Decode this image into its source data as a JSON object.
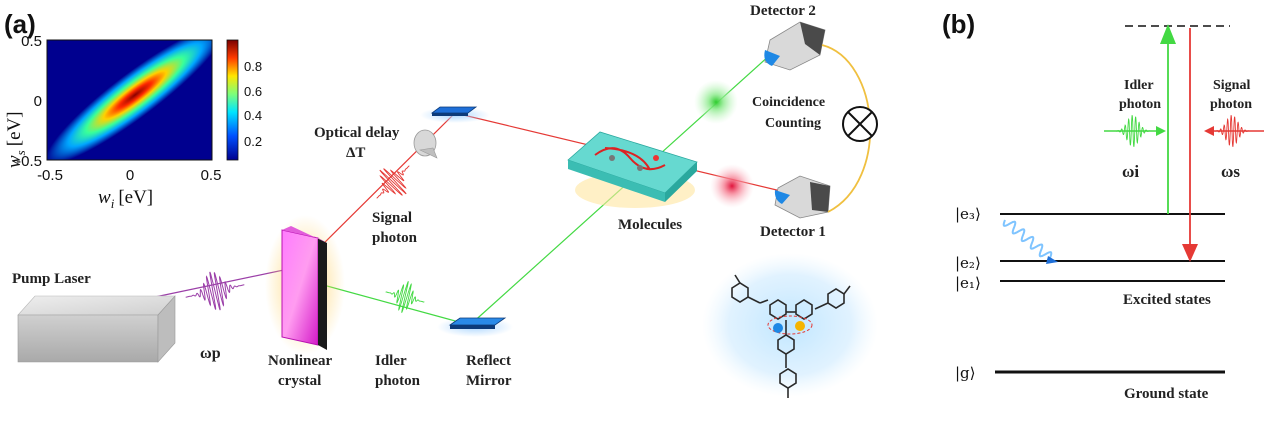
{
  "panels": {
    "a": "(a)",
    "b": "(b)"
  },
  "inset": {
    "ylabel_var": "w",
    "ylabel_sub": "s",
    "ylabel_unit": "[eV]",
    "xlabel_var": "w",
    "xlabel_sub": "i",
    "xlabel_unit": "[eV]",
    "xticks": [
      "-0.5",
      "0",
      "0.5"
    ],
    "yticks": [
      "0.5",
      "0",
      "-0.5"
    ],
    "colorbar_ticks": [
      "0.8",
      "0.6",
      "0.4",
      "0.2"
    ]
  },
  "setup": {
    "pump_laser": "Pump Laser",
    "omega_p": "ωp",
    "crystal": [
      "Nonlinear",
      "crystal"
    ],
    "idler": [
      "Idler",
      "photon"
    ],
    "signal": [
      "Signal",
      "photon"
    ],
    "delay": [
      "Optical delay",
      "ΔT"
    ],
    "mirror": [
      "Reflect",
      "Mirror"
    ],
    "molecules": "Molecules",
    "detector1": "Detector 1",
    "detector2": "Detector 2",
    "coincidence": [
      "Coincidence",
      "Counting"
    ]
  },
  "levels": {
    "idler": [
      "Idler",
      "photon"
    ],
    "signal": [
      "Signal",
      "photon"
    ],
    "omega_i": "ωi",
    "omega_s": "ωs",
    "e3": "|e₃⟩",
    "e2": "|e₂⟩",
    "e1": "|e₁⟩",
    "g": "|g⟩",
    "excited": "Excited states",
    "ground": "Ground state"
  },
  "colors": {
    "signal": "#e53935",
    "idler": "#43d943",
    "pump": "#9b3fa8",
    "coincidence_line": "#f0c040"
  }
}
